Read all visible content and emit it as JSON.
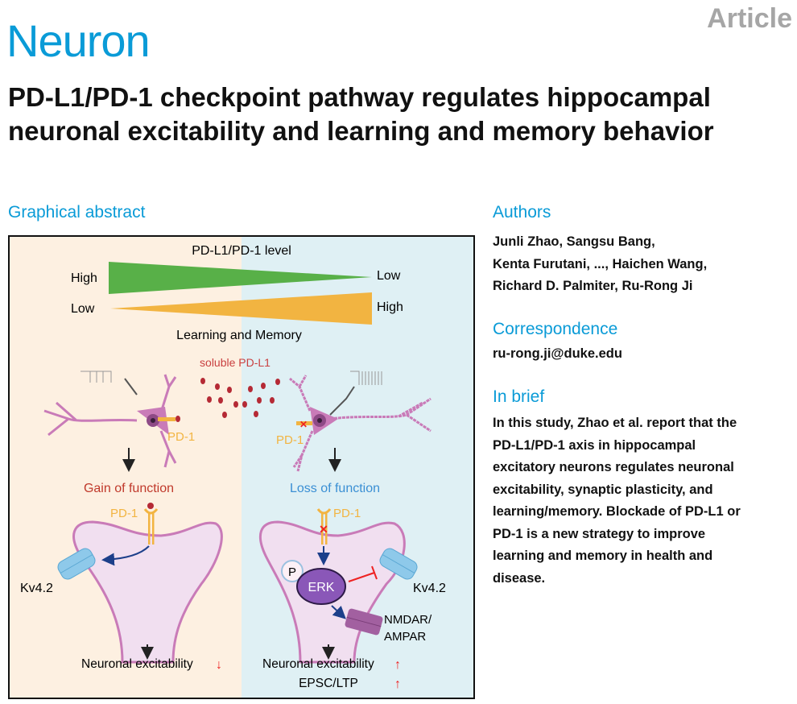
{
  "journal": "Neuron",
  "article_type": "Article",
  "title": "PD-L1/PD-1 checkpoint pathway regulates hippocampal neuronal excitability and learning and memory behavior",
  "graphical_abstract": {
    "heading": "Graphical abstract",
    "level_label": "PD-L1/PD-1 level",
    "green_left": "High",
    "green_right": "Low",
    "orange_left": "Low",
    "orange_right": "High",
    "lm_label": "Learning and Memory",
    "soluble": "soluble PD-L1",
    "pd1": "PD-1",
    "gain": "Gain of function",
    "loss": "Loss of function",
    "kv": "Kv4.2",
    "p": "P",
    "erk": "ERK",
    "nmdar1": "NMDAR/",
    "nmdar2": "AMPAR",
    "excit": "Neuronal excitability",
    "epsc": "EPSC/LTP",
    "colors": {
      "left_bg": "#fdf0e1",
      "right_bg": "#dff0f4",
      "green": "#58b048",
      "orange": "#f2b441",
      "gain": "#c0392b",
      "loss": "#3a8fd4",
      "neuron": "#c97bb8"
    }
  },
  "authors": {
    "heading": "Authors",
    "lines": [
      "Junli Zhao, Sangsu Bang,",
      "Kenta Furutani, ..., Haichen Wang,",
      "Richard D. Palmiter, Ru-Rong Ji"
    ]
  },
  "correspondence": {
    "heading": "Correspondence",
    "email": "ru-rong.ji@duke.edu"
  },
  "in_brief": {
    "heading": "In brief",
    "lines": [
      "In this study, Zhao et al. report that the",
      "PD-L1/PD-1 axis in hippocampal",
      "excitatory neurons regulates neuronal",
      "excitability, synaptic plasticity, and",
      "learning/memory. Blockade of PD-L1 or",
      "PD-1 is a new strategy to improve",
      "learning and memory in health and",
      "disease."
    ]
  }
}
